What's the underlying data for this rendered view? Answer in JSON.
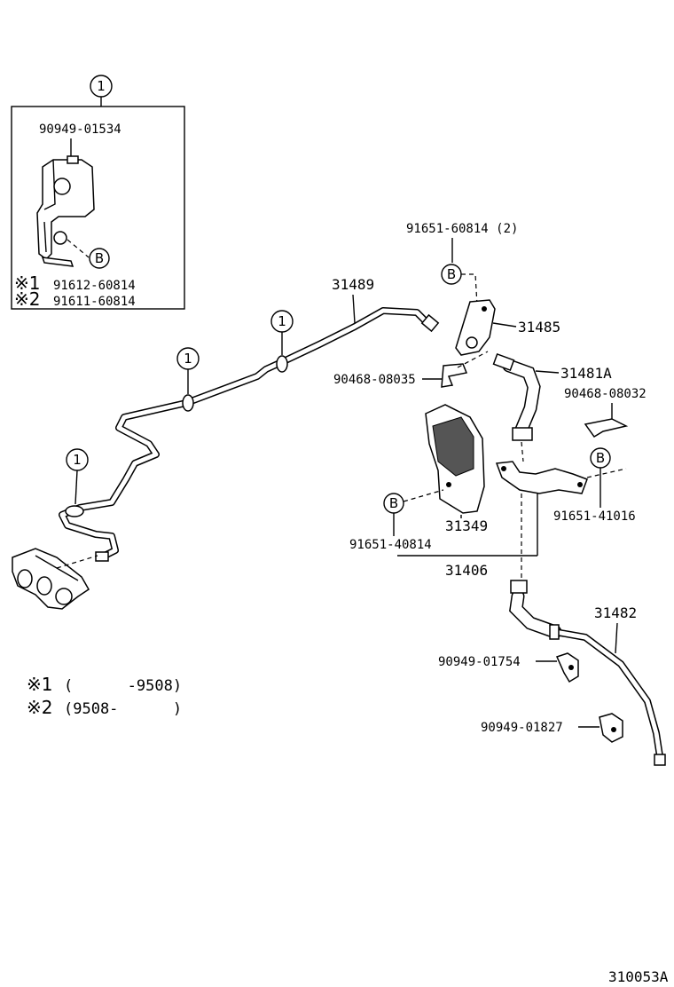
{
  "inset": {
    "circle_1": "1",
    "clamp_part": "90949-01534",
    "circle_b": "B",
    "note1_mark": "※1",
    "note1_part": "91612-60814",
    "note2_mark": "※2",
    "note2_part": "91611-60814"
  },
  "markers": {
    "one_a": "1",
    "one_b": "1",
    "one_c": "1",
    "b_top": "B",
    "b_mid_left": "B",
    "b_right": "B"
  },
  "labels": {
    "p31489": "31489",
    "p91651_60814": "91651-60814 (2)",
    "p31485": "31485",
    "p90468_08035": "90468-08035",
    "p31481A": "31481A",
    "p90468_08032": "90468-08032",
    "p91651_41016": "91651-41016",
    "p91651_40814": "91651-40814",
    "p31349": "31349",
    "p31406": "31406",
    "p31482": "31482",
    "p90949_01754": "90949-01754",
    "p90949_01827": "90949-01827"
  },
  "notes": {
    "n1_mark": "※1",
    "n1_text": "(      -9508)",
    "n2_mark": "※2",
    "n2_text": "(9508-      )"
  },
  "footer": {
    "diagram_code": "310053A"
  }
}
